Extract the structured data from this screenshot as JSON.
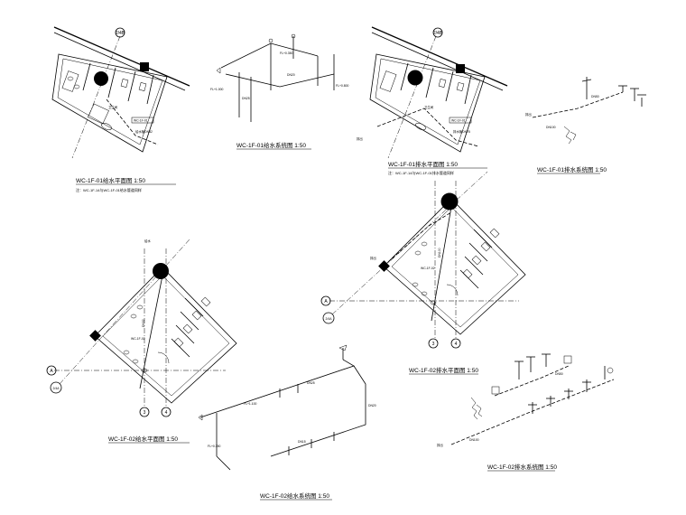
{
  "titles": {
    "t1": "WC-1F-01给水平面图 1:50",
    "t1_note": "注：WC-1F-14与WC-1F-01给水管道同样",
    "t2": "WC-1F-01给水系统图 1:50",
    "t3": "WC-1F-01排水平面图 1:50",
    "t3_note": "注：WC-1F-14与WC-1F-01排水管道同样",
    "t4": "WC-1F-01排水系统图 1:50",
    "t5": "WC-1F-02给水平面图 1:50",
    "t6": "WC-1F-02给水系统图 1:50",
    "t7": "WC-1F-02排水平面图 1:50",
    "t8": "WC-1F-02排水系统图 1:50"
  },
  "grid": {
    "g1": "2/4B",
    "g2": "2/4B",
    "a_left": "A",
    "b_left": "2/4A",
    "n3_left": "3",
    "n4_left": "4",
    "a_right": "A",
    "b_right": "2/4A",
    "n3_right": "3",
    "n4_right": "4"
  },
  "rooms": {
    "r1": "卫生间",
    "r1_tag": "WC-1F-01",
    "r1_code": "给水管DN32",
    "r3": "卫生间",
    "r3_tag": "WC-1F-01",
    "r3_code": "排水管DN75",
    "r5_tag": "WC-1F-02",
    "r7_tag": "WC-1F-02"
  },
  "riser": {
    "inlet": "给水",
    "outlet": "排出"
  },
  "dims": {
    "h1": "FL+0.350",
    "h2": "FL+1.000",
    "h3": "FL+0.800",
    "h4": "FL+1.100",
    "dn1": "DN25",
    "dn2": "DN20",
    "dn3": "DN15",
    "dn4": "DN32",
    "dn5": "DN50",
    "dn6": "DN100"
  }
}
